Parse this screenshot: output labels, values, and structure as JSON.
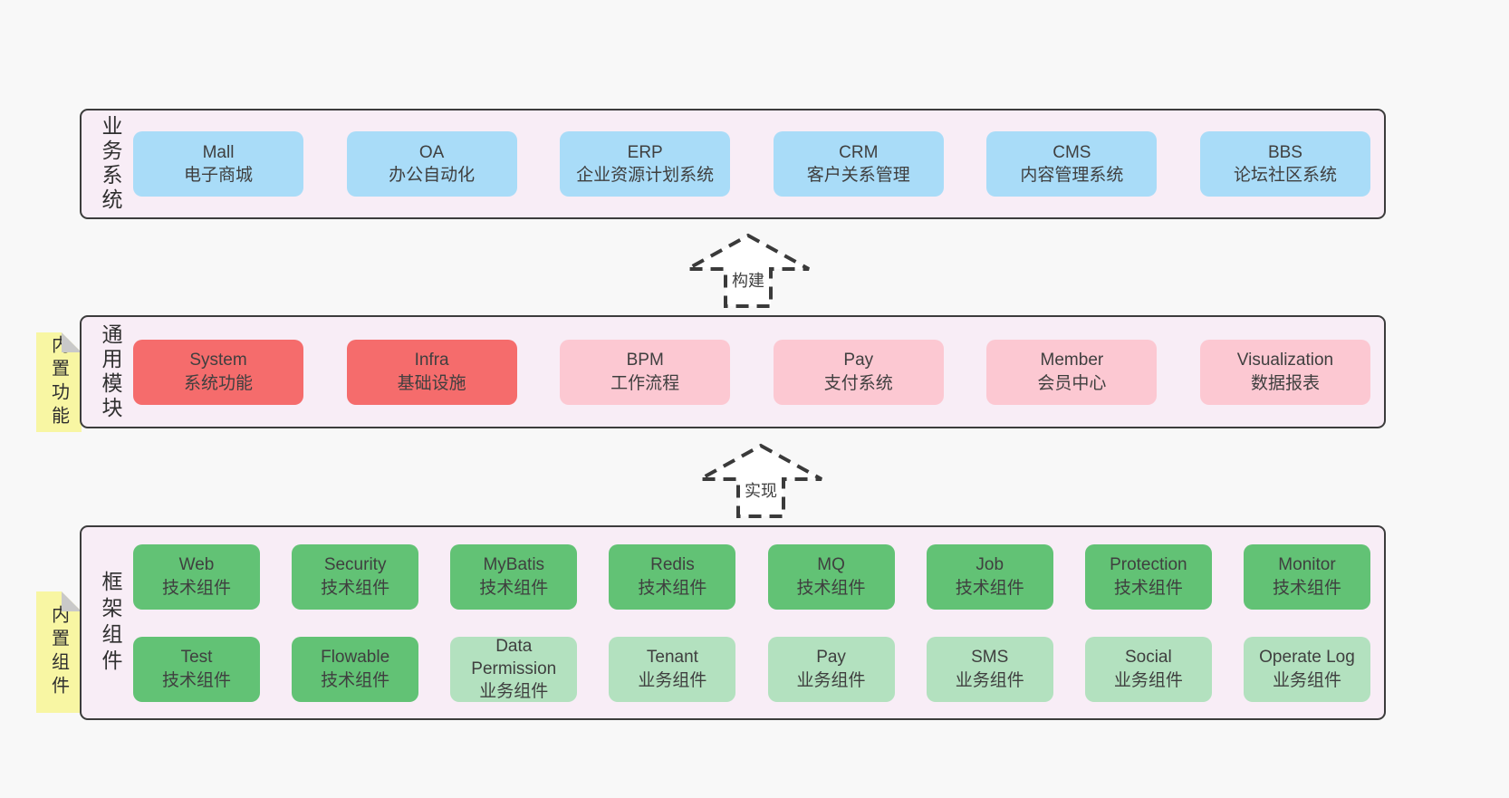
{
  "colors": {
    "page_bg": "#f8f8f8",
    "panel_bg": "#f8edf6",
    "panel_border": "#3c3c3c",
    "blue_box": "#a9dcf8",
    "red_box": "#f56c6c",
    "pink_box": "#fcc8d2",
    "green_box": "#62c275",
    "light_green_box": "#b3e1bf",
    "yellow_note": "#f8f6a3",
    "note_fold": "#c9c9c9",
    "text": "#3f3f3f"
  },
  "business": {
    "label": "业务系统",
    "boxes": [
      {
        "title": "Mall",
        "subtitle": "电子商城"
      },
      {
        "title": "OA",
        "subtitle": "办公自动化"
      },
      {
        "title": "ERP",
        "subtitle": "企业资源计划系统"
      },
      {
        "title": "CRM",
        "subtitle": "客户关系管理"
      },
      {
        "title": "CMS",
        "subtitle": "内容管理系统"
      },
      {
        "title": "BBS",
        "subtitle": "论坛社区系统"
      }
    ]
  },
  "arrow_build": {
    "label": "构建"
  },
  "modules": {
    "label": "通用模块",
    "note": "内置功能",
    "boxes": [
      {
        "title": "System",
        "subtitle": "系统功能"
      },
      {
        "title": "Infra",
        "subtitle": "基础设施"
      },
      {
        "title": "BPM",
        "subtitle": "工作流程"
      },
      {
        "title": "Pay",
        "subtitle": "支付系统"
      },
      {
        "title": "Member",
        "subtitle": "会员中心"
      },
      {
        "title": "Visualization",
        "subtitle": "数据报表"
      }
    ]
  },
  "arrow_implement": {
    "label": "实现"
  },
  "framework": {
    "label": "框架组件",
    "note": "内置组件",
    "row1": [
      {
        "title": "Web",
        "subtitle": "技术组件"
      },
      {
        "title": "Security",
        "subtitle": "技术组件"
      },
      {
        "title": "MyBatis",
        "subtitle": "技术组件"
      },
      {
        "title": "Redis",
        "subtitle": "技术组件"
      },
      {
        "title": "MQ",
        "subtitle": "技术组件"
      },
      {
        "title": "Job",
        "subtitle": "技术组件"
      },
      {
        "title": "Protection",
        "subtitle": "技术组件"
      },
      {
        "title": "Monitor",
        "subtitle": "技术组件"
      }
    ],
    "row2": [
      {
        "title": "Test",
        "subtitle": "技术组件"
      },
      {
        "title": "Flowable",
        "subtitle": "技术组件"
      },
      {
        "title": "Data Permission",
        "subtitle": "业务组件"
      },
      {
        "title": "Tenant",
        "subtitle": "业务组件"
      },
      {
        "title": "Pay",
        "subtitle": "业务组件"
      },
      {
        "title": "SMS",
        "subtitle": "业务组件"
      },
      {
        "title": "Social",
        "subtitle": "业务组件"
      },
      {
        "title": "Operate Log",
        "subtitle": "业务组件"
      }
    ]
  }
}
